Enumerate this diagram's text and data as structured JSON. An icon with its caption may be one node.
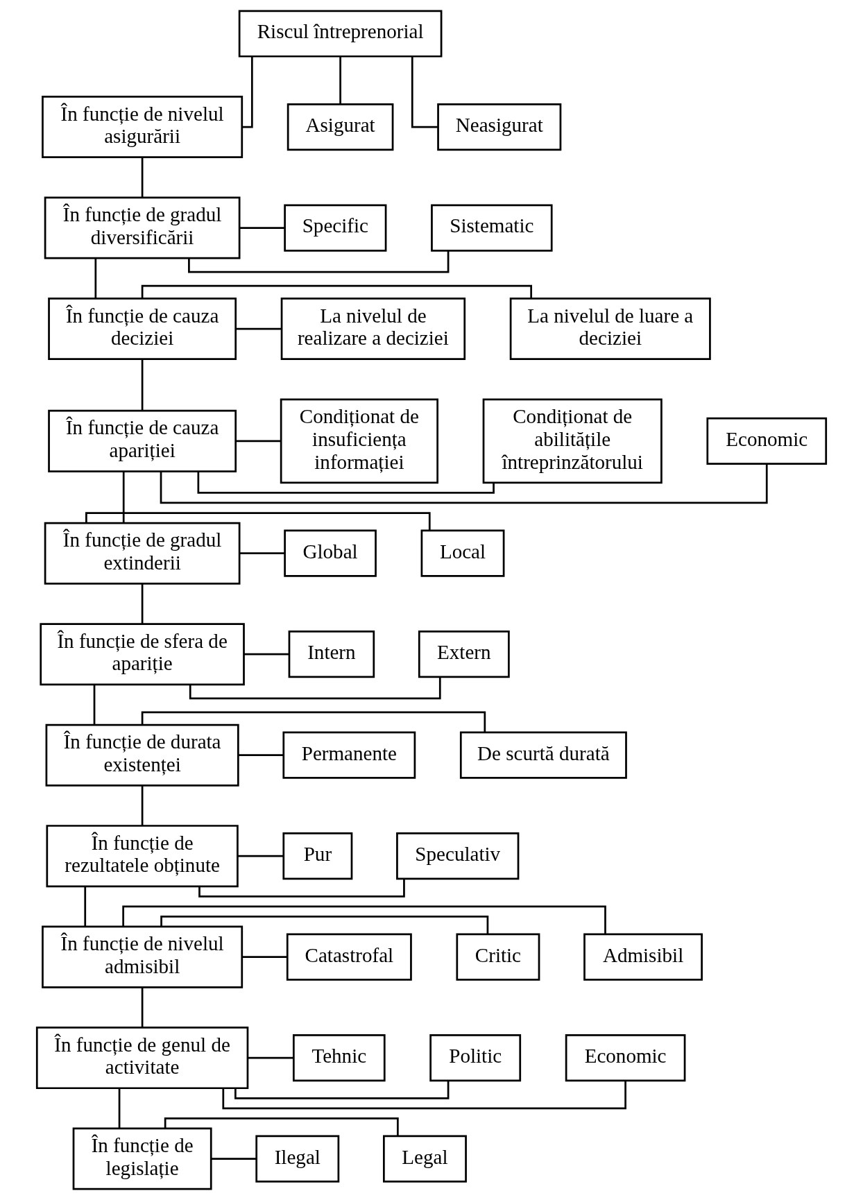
{
  "diagram": {
    "nodes": [
      {
        "text": [
          "Riscul întreprenorial"
        ]
      },
      {
        "text": [
          "În funcție de nivelul asigurării"
        ]
      },
      {
        "text": [
          "Asigurat"
        ]
      },
      {
        "text": [
          "Neasigurat"
        ]
      },
      {
        "text": [
          "În funcție de gradul diversificării"
        ]
      },
      {
        "text": [
          "Sistematic"
        ]
      },
      {
        "text": [
          "Specific"
        ]
      },
      {
        "text": [
          "În funcție de cauza deciziei"
        ]
      },
      {
        "text": [
          "La nivelul de luare a deciziei"
        ]
      },
      {
        "text": [
          "La nivelul de realizare a deciziei"
        ]
      },
      {
        "text": [
          "În funcție de cauza apariției"
        ]
      },
      {
        "text": [
          "Economic"
        ]
      },
      {
        "text": [
          "Condiționat de abilitățile întreprinzătorului"
        ]
      },
      {
        "text": [
          "Condiționat de insuficiența informației"
        ]
      },
      {
        "text": [
          "În funcție de gradul extinderii"
        ]
      },
      {
        "text": [
          "Local"
        ]
      },
      {
        "text": [
          "Global"
        ]
      },
      {
        "text": [
          "În funcție de sfera de apariție"
        ]
      },
      {
        "text": [
          "Extern"
        ]
      },
      {
        "text": [
          "Intern"
        ]
      },
      {
        "text": [
          "În funcție de durata existenței"
        ]
      },
      {
        "text": [
          "De scurtă durată"
        ]
      },
      {
        "text": [
          "Permanente"
        ]
      },
      {
        "text": [
          "În funcție de rezultatele obținute"
        ]
      },
      {
        "text": [
          "Speculativ"
        ]
      },
      {
        "text": [
          "Pur"
        ]
      },
      {
        "text": [
          "În funcție de nivelul admisibil"
        ]
      },
      {
        "text": [
          "Admisibil"
        ]
      },
      {
        "text": [
          "Critic"
        ]
      },
      {
        "text": [
          "Catastrofal"
        ]
      },
      {
        "text": [
          "În funcție de genul de activitate"
        ]
      },
      {
        "text": [
          "Economic"
        ]
      },
      {
        "text": [
          "Politic"
        ]
      },
      {
        "text": [
          "Tehnic"
        ]
      },
      {
        "text": [
          "În funcție de legislație"
        ]
      },
      {
        "text": [
          "Legal"
        ]
      },
      {
        "text": [
          "Ilegal"
        ]
      }
    ],
    "edges": [
      {
        "from": 0,
        "to": 1,
        "arrow": "none"
      },
      {
        "from": 0,
        "to": 2,
        "arrow": "none"
      },
      {
        "from": 0,
        "to": 3,
        "arrow": "none"
      },
      {
        "from": 1,
        "to": 4,
        "arrow": "none"
      },
      {
        "from": 4,
        "to": 5,
        "arrow": "none"
      },
      {
        "from": 4,
        "to": 6,
        "arrow": "none"
      },
      {
        "from": 4,
        "to": 7,
        "arrow": "none"
      },
      {
        "from": 7,
        "to": 8,
        "arrow": "none"
      },
      {
        "from": 7,
        "to": 9,
        "arrow": "none"
      },
      {
        "from": 7,
        "to": 10,
        "arrow": "none"
      },
      {
        "from": 10,
        "to": 11,
        "arrow": "none"
      },
      {
        "from": 10,
        "to": 12,
        "arrow": "none"
      },
      {
        "from": 10,
        "to": 13,
        "arrow": "none"
      },
      {
        "from": 10,
        "to": 14,
        "arrow": "none"
      },
      {
        "from": 14,
        "to": 15,
        "arrow": "none"
      },
      {
        "from": 14,
        "to": 16,
        "arrow": "none"
      },
      {
        "from": 14,
        "to": 17,
        "arrow": "none"
      },
      {
        "from": 17,
        "to": 18,
        "arrow": "none"
      },
      {
        "from": 17,
        "to": 19,
        "arrow": "none"
      },
      {
        "from": 17,
        "to": 20,
        "arrow": "none"
      },
      {
        "from": 20,
        "to": 21,
        "arrow": "none"
      },
      {
        "from": 20,
        "to": 22,
        "arrow": "none"
      },
      {
        "from": 20,
        "to": 23,
        "arrow": "none"
      },
      {
        "from": 23,
        "to": 24,
        "arrow": "none"
      },
      {
        "from": 23,
        "to": 25,
        "arrow": "none"
      },
      {
        "from": 23,
        "to": 26,
        "arrow": "none"
      },
      {
        "from": 26,
        "to": 27,
        "arrow": "none"
      },
      {
        "from": 26,
        "to": 28,
        "arrow": "none"
      },
      {
        "from": 26,
        "to": 29,
        "arrow": "none"
      },
      {
        "from": 26,
        "to": 30,
        "arrow": "none"
      },
      {
        "from": 30,
        "to": 31,
        "arrow": "none"
      },
      {
        "from": 30,
        "to": 32,
        "arrow": "none"
      },
      {
        "from": 30,
        "to": 33,
        "arrow": "none"
      },
      {
        "from": 30,
        "to": 34,
        "arrow": "none"
      },
      {
        "from": 34,
        "to": 35,
        "arrow": "none"
      },
      {
        "from": 34,
        "to": 36,
        "arrow": "none"
      }
    ]
  }
}
